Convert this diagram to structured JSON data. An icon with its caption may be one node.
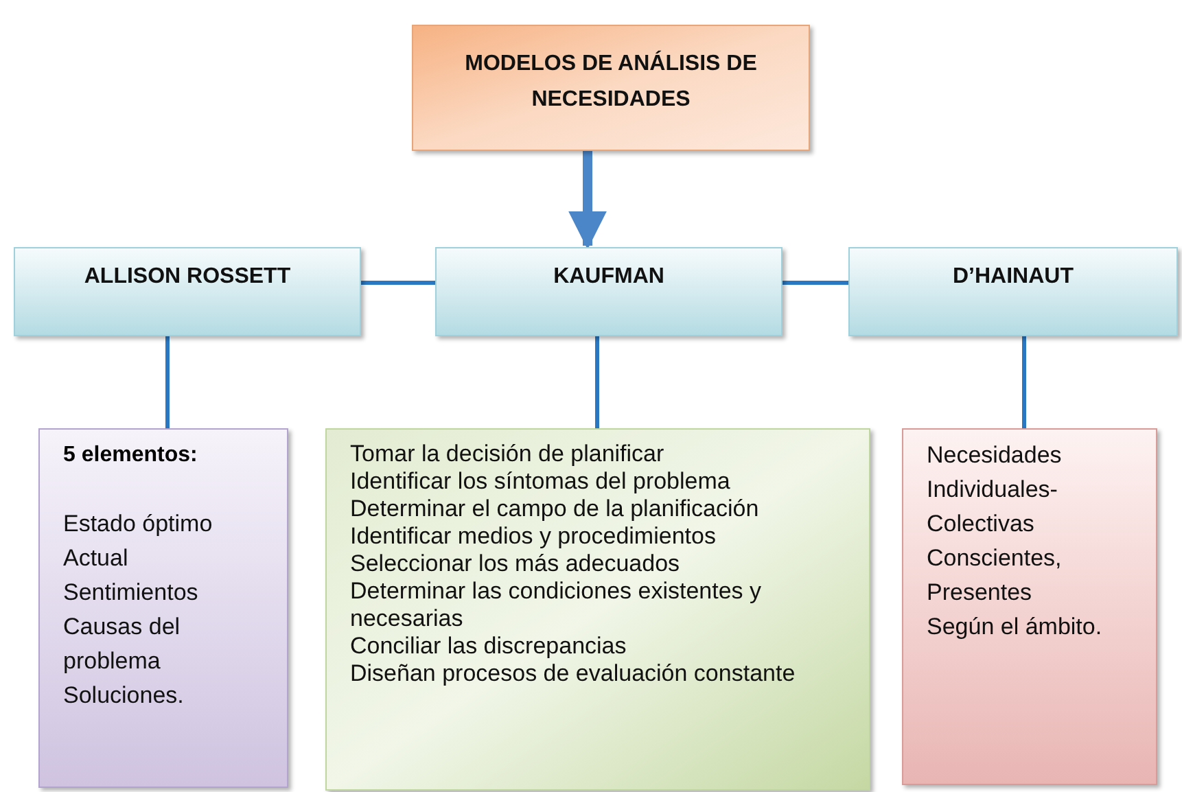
{
  "diagram": {
    "nodes": [
      {
        "text": [
          "MODELOS DE ANÁLISIS DE NECESIDADES"
        ]
      },
      {
        "text": [
          "ALLISON ROSSETT"
        ]
      },
      {
        "text": [
          "KAUFMAN"
        ]
      },
      {
        "text": [
          "D’HAINAUT"
        ]
      },
      {
        "text": [
          "5 elementos:",
          "Estado óptimo",
          "Actual",
          "Sentimientos",
          "Causas del problema",
          "Soluciones."
        ]
      },
      {
        "text": [
          "Tomar la decisión de planificar",
          "Identificar los síntomas del problema",
          "Determinar el campo de la planificación",
          "Identificar medios y procedimientos",
          "Seleccionar los más adecuados",
          "Determinar las condiciones existentes y necesarias",
          "Conciliar las discrepancias",
          "Diseñan procesos de evaluación constante"
        ]
      },
      {
        "text": [
          "Necesidades Individuales- Colectivas",
          "Conscientes, Presentes",
          "Según el ámbito."
        ]
      }
    ],
    "edges": [
      {
        "from": 0,
        "to": 2,
        "arrow": "to",
        "style": "thick"
      },
      {
        "from": 2,
        "to": 1,
        "arrow": "none"
      },
      {
        "from": 2,
        "to": 3,
        "arrow": "none"
      },
      {
        "from": 1,
        "to": 4,
        "arrow": "none"
      },
      {
        "from": 2,
        "to": 5,
        "arrow": "none"
      },
      {
        "from": 3,
        "to": 6,
        "arrow": "none"
      }
    ]
  }
}
